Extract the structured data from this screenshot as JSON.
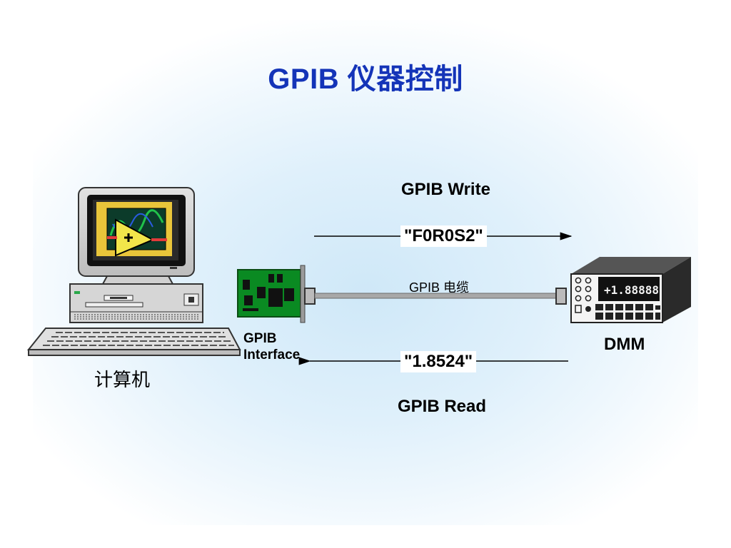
{
  "title": "GPIB 仪器控制",
  "computer": {
    "label": "计算机"
  },
  "interface_card": {
    "label_line1": "GPIB",
    "label_line2": "Interface"
  },
  "cable": {
    "label": "GPIB 电缆"
  },
  "instrument": {
    "label": "DMM",
    "display_reading": "+1.88888"
  },
  "write": {
    "heading": "GPIB Write",
    "message": "\"F0R0S2\"",
    "direction": "computer-to-instrument"
  },
  "read": {
    "heading": "GPIB Read",
    "message": "\"1.8524\"",
    "direction": "instrument-to-computer"
  },
  "colors": {
    "title": "#1434b8",
    "background_glow": "#cfe8f8",
    "board_green": "#0a8a22",
    "cable_gray": "#a8a8a8"
  }
}
